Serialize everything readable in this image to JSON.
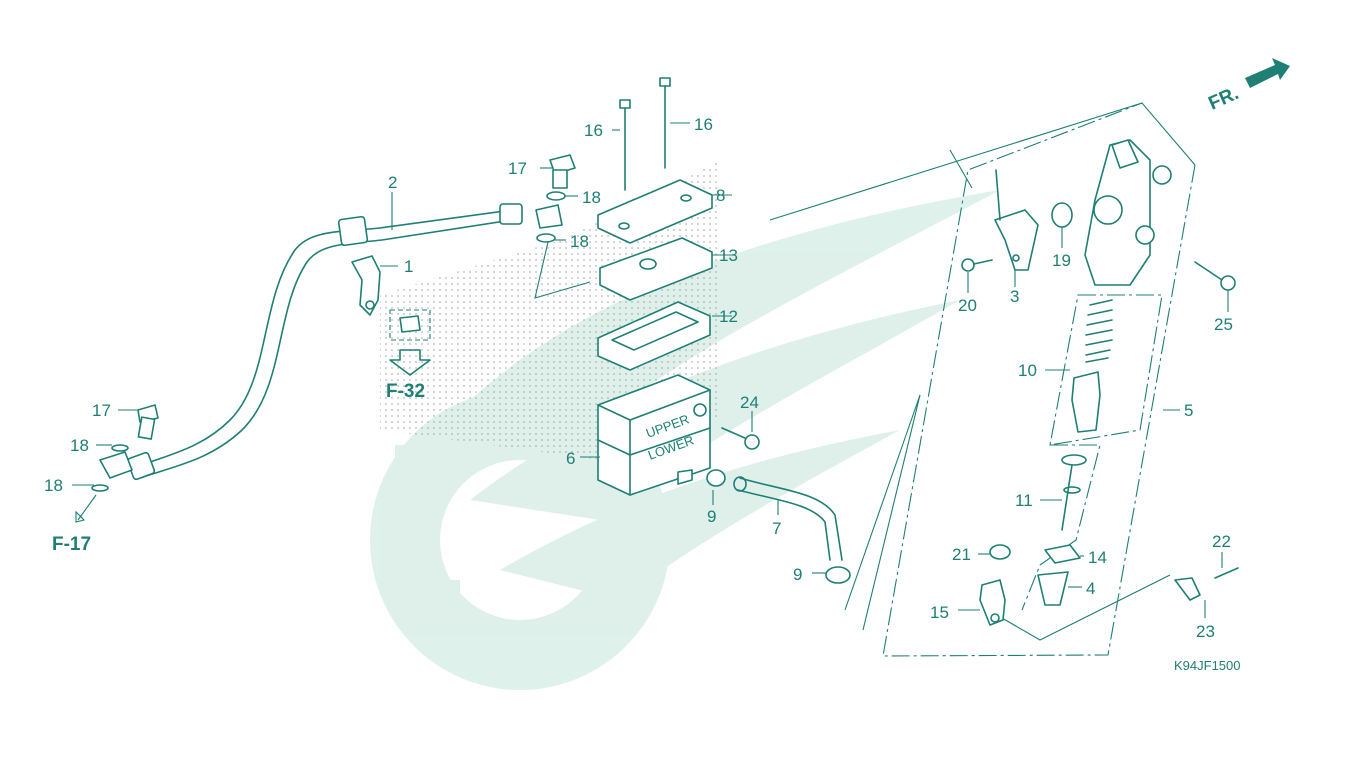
{
  "diagram": {
    "callouts": [
      {
        "id": "c1",
        "label": "1"
      },
      {
        "id": "c2",
        "label": "2"
      },
      {
        "id": "c3",
        "label": "3"
      },
      {
        "id": "c4",
        "label": "4"
      },
      {
        "id": "c5",
        "label": "5"
      },
      {
        "id": "c6",
        "label": "6"
      },
      {
        "id": "c7",
        "label": "7"
      },
      {
        "id": "c8",
        "label": "8"
      },
      {
        "id": "c9a",
        "label": "9"
      },
      {
        "id": "c9b",
        "label": "9"
      },
      {
        "id": "c10",
        "label": "10"
      },
      {
        "id": "c11",
        "label": "11"
      },
      {
        "id": "c12",
        "label": "12"
      },
      {
        "id": "c13",
        "label": "13"
      },
      {
        "id": "c14",
        "label": "14"
      },
      {
        "id": "c15",
        "label": "15"
      },
      {
        "id": "c16a",
        "label": "16"
      },
      {
        "id": "c16b",
        "label": "16"
      },
      {
        "id": "c17a",
        "label": "17"
      },
      {
        "id": "c17b",
        "label": "17"
      },
      {
        "id": "c18a",
        "label": "18"
      },
      {
        "id": "c18b",
        "label": "18"
      },
      {
        "id": "c18c",
        "label": "18"
      },
      {
        "id": "c18d",
        "label": "18"
      },
      {
        "id": "c19",
        "label": "19"
      },
      {
        "id": "c20",
        "label": "20"
      },
      {
        "id": "c21",
        "label": "21"
      },
      {
        "id": "c22",
        "label": "22"
      },
      {
        "id": "c23",
        "label": "23"
      },
      {
        "id": "c24",
        "label": "24"
      },
      {
        "id": "c25",
        "label": "25"
      }
    ],
    "refs": {
      "f17": "F-17",
      "f32": "F-32"
    },
    "front_marker": "FR.",
    "diagram_code": "K94JF1500",
    "reservoir_text": {
      "upper": "UPPER",
      "lower": "LOWER"
    },
    "colors": {
      "line": "#1e7f74",
      "watermark": "#dcefe9",
      "background": "#ffffff"
    }
  }
}
